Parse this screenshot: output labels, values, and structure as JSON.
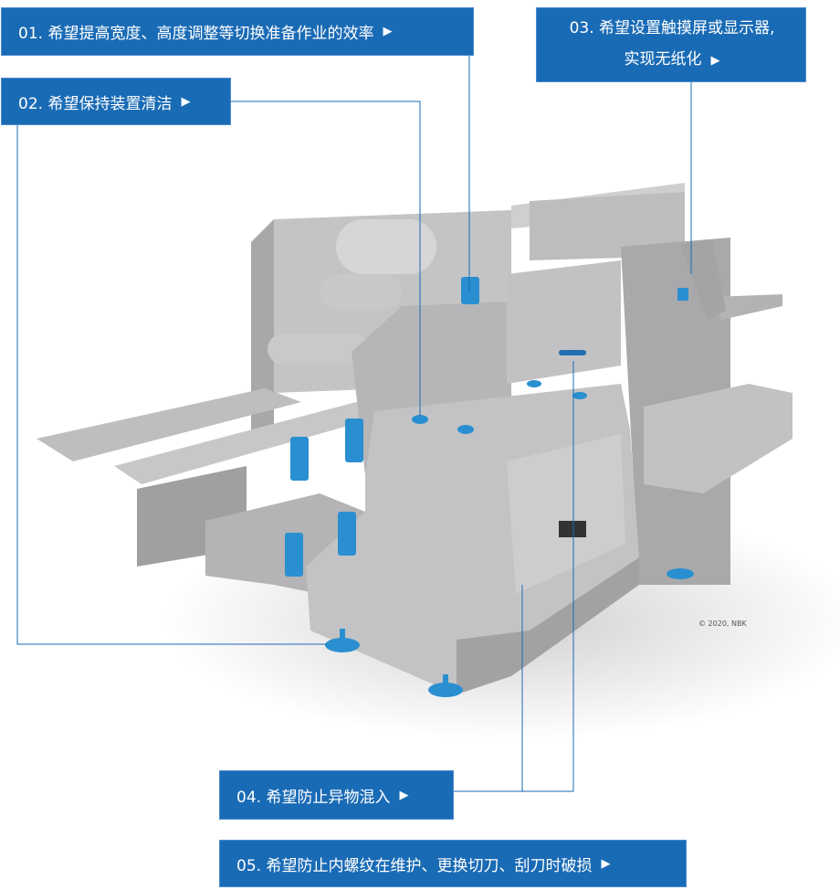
{
  "callouts": [
    {
      "label": "01. 希望提高宽度、高度调整等切换准备作业的效率"
    },
    {
      "label": "02. 希望保持装置清洁"
    },
    {
      "label_line1": "03. 希望设置触摸屏或显示器,",
      "label_line2": "实现无纸化"
    },
    {
      "label": "04. 希望防止异物混入"
    },
    {
      "label": "05. 希望防止内螺纹在维护、更换切刀、刮刀时破损"
    }
  ],
  "arrow": "▶",
  "copyright": "© 2020, NBK",
  "colors": {
    "accent": "#1a6bb5",
    "machine": "#b9b9bb",
    "parts": "#2a8fd0"
  }
}
